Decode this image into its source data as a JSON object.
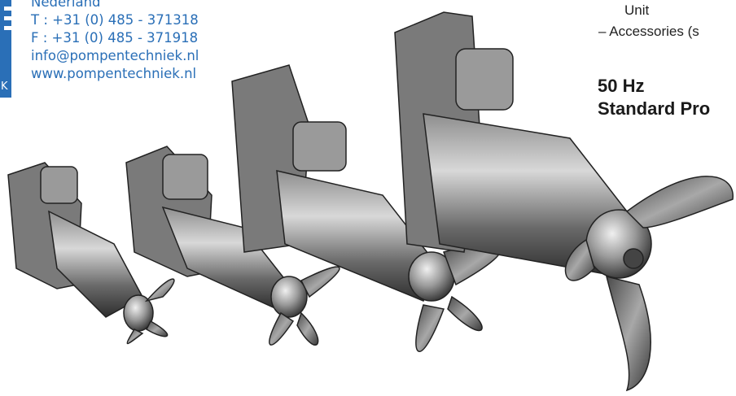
{
  "contact": {
    "country": "Nederland",
    "phone": "T : +31 (0) 485 - 371318",
    "fax": "F : +31 (0) 485 - 371918",
    "email": "info@pompentechniek.nl",
    "website": "www.pompentechniek.nl"
  },
  "logo": {
    "letter": "K"
  },
  "right_panel": {
    "unit_text": "Unit",
    "accessories": "– Accessories (s",
    "frequency": "50 Hz",
    "product_line": "Standard Pro"
  },
  "colors": {
    "brand_blue": "#2a6fb7",
    "metal_dark": "#3a3a3a",
    "metal_mid": "#8a8a8a",
    "metal_light": "#d0d0d0"
  }
}
